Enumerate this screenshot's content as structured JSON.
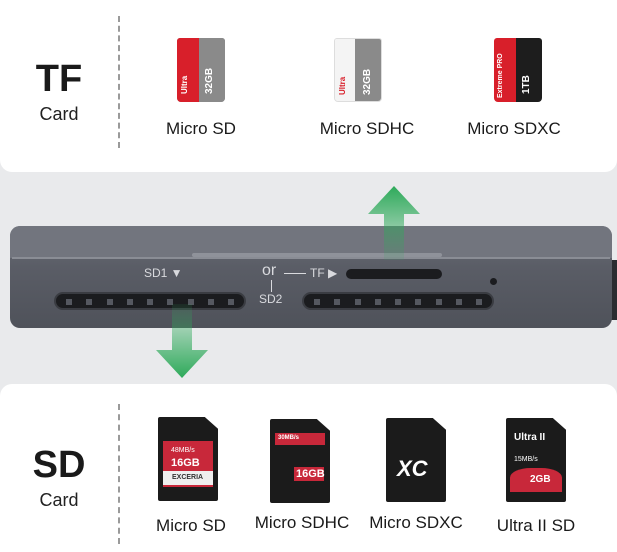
{
  "tf": {
    "title": "TF",
    "subtitle": "Card",
    "cards": [
      {
        "label": "Micro SD",
        "brand": "Ultra",
        "capacity": "32GB",
        "color": "#d81f2a"
      },
      {
        "label": "Micro SDHC",
        "brand": "Ultra",
        "capacity": "32GB",
        "color": "#f2f2f2"
      },
      {
        "label": "Micro SDXC",
        "brand": "Extreme PRO",
        "capacity": "1TB",
        "color": "#d81f2a"
      }
    ]
  },
  "device": {
    "sd1_label": "SD1 ▼",
    "or_label": "or",
    "tf_label": "TF ▶",
    "sd2_label": "SD2"
  },
  "sd": {
    "title": "SD",
    "subtitle": "Card",
    "cards": [
      {
        "label": "Micro SD",
        "speed": "48MB/s",
        "capacity": "16GB",
        "brand": "EXCERIA"
      },
      {
        "label": "Micro SDHC",
        "speed": "30MB/s",
        "capacity": "16GB"
      },
      {
        "label": "Micro SDXC",
        "capacity": "XC"
      },
      {
        "label": "Ultra II SD",
        "brand": "Ultra II",
        "speed": "15MB/s",
        "capacity": "2GB"
      }
    ]
  },
  "colors": {
    "arrow_green": "#2eaa5a",
    "device_gray": "#5e616a",
    "brand_red": "#d81f2a"
  }
}
